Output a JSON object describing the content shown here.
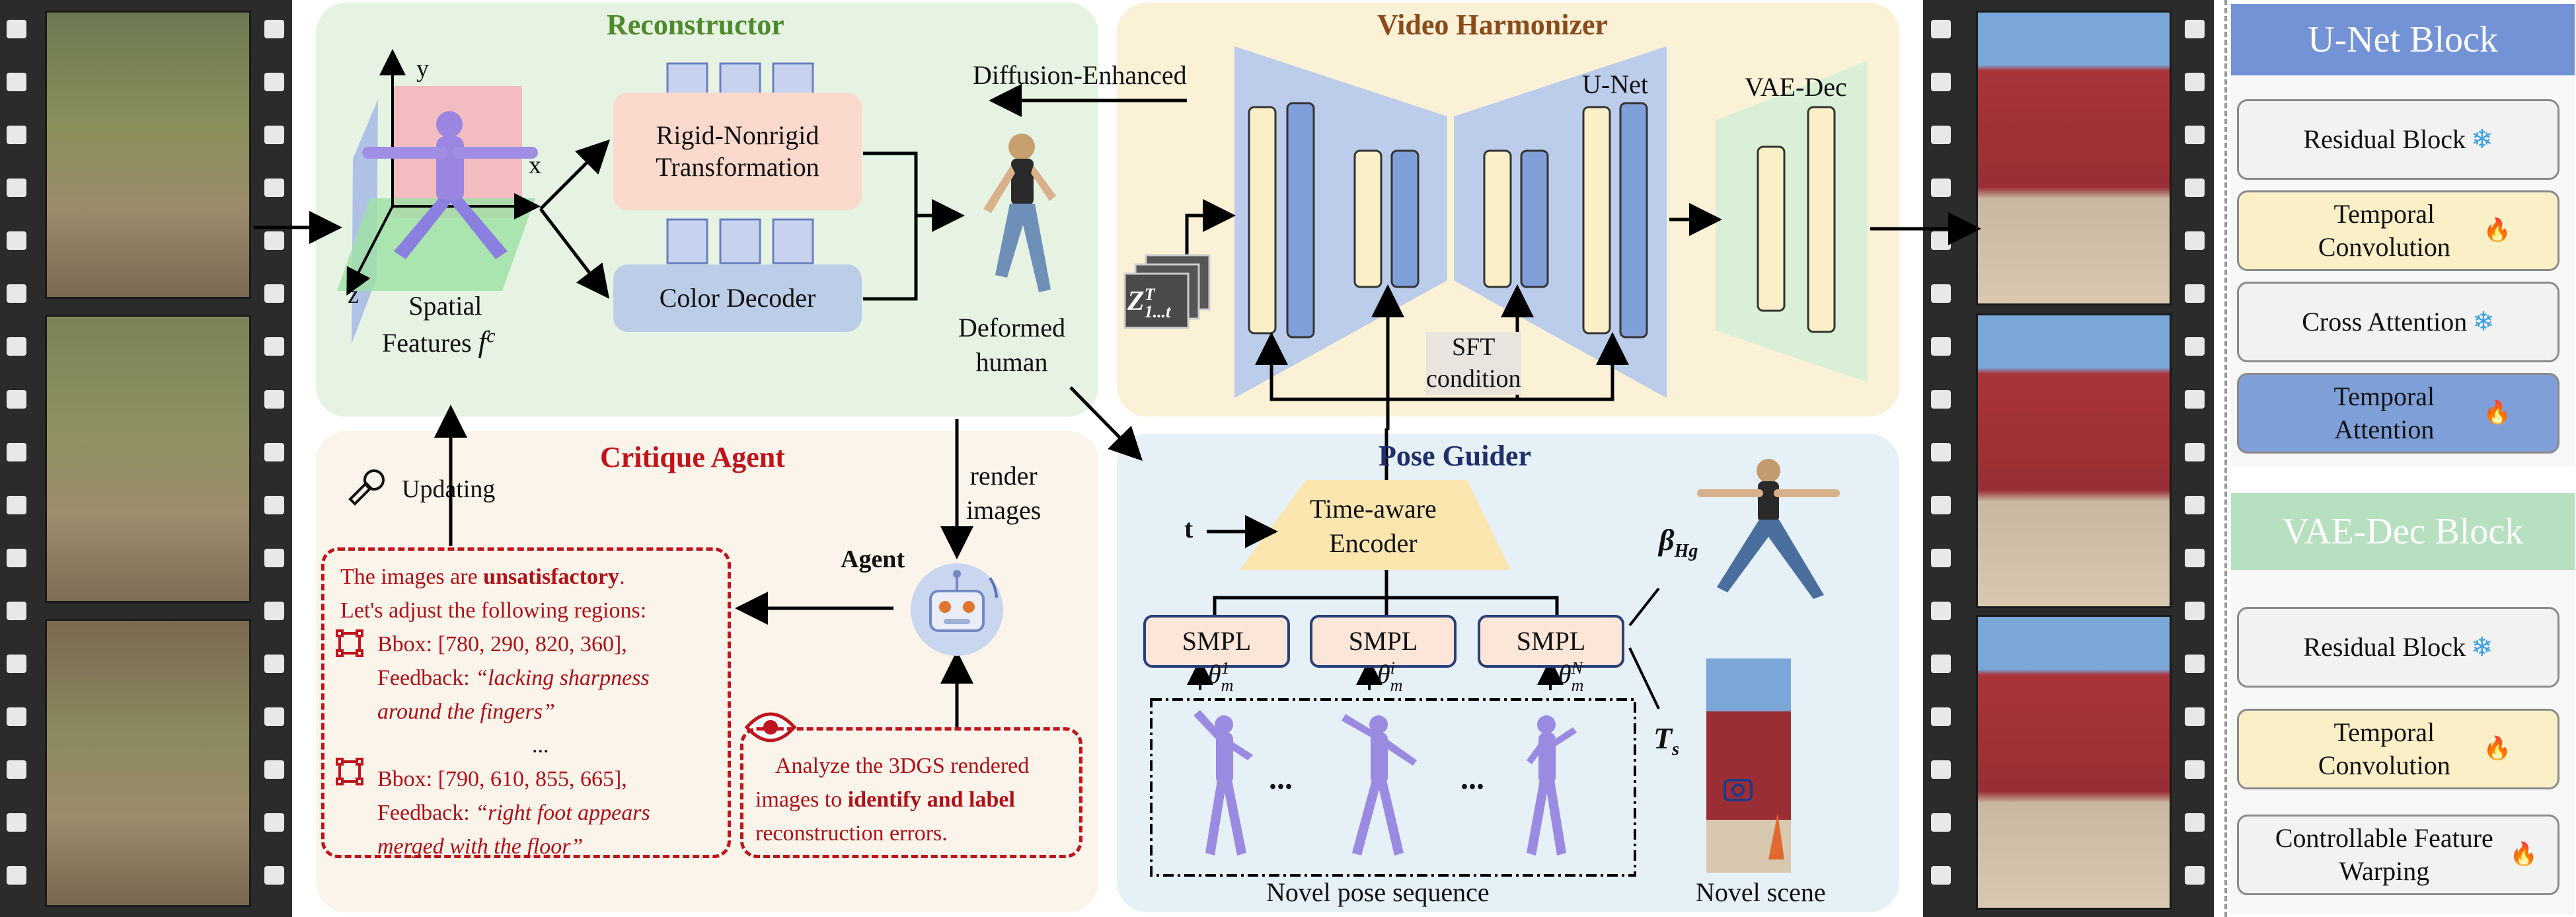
{
  "reconstructor": {
    "title": "Reconstructor",
    "axis_y": "y",
    "axis_x": "x",
    "axis_z": "z",
    "spatial_features": "Spatial",
    "spatial_features_2": "Features",
    "spatial_symbol": "f",
    "spatial_sup": "c",
    "rigid": "Rigid-Nonrigid Transformation",
    "color_decoder": "Color Decoder",
    "deformed": "Deformed",
    "deformed_2": "human",
    "diffusion_enhanced": "Diffusion-Enhanced"
  },
  "video_harmonizer": {
    "title": "Video Harmonizer",
    "unet": "U-Net",
    "vae_dec": "VAE-Dec",
    "latent": "Z",
    "latent_sup": "T",
    "latent_sub": "1...t",
    "sft": "SFT",
    "sft_2": "condition"
  },
  "critique_agent": {
    "title": "Critique Agent",
    "updating": "Updating",
    "agent": "Agent",
    "render": "render",
    "render_2": "images",
    "line1_a": "The images are ",
    "line1_b": "unsatisfactory",
    "line1_c": ".",
    "line2": "Let's adjust the following regions:",
    "bbox1": "Bbox: [780, 290, 820, 360],",
    "feedback_label": "Feedback: ",
    "feedback1_a": "“lacking sharpness",
    "feedback1_b": "around the fingers”",
    "ellipsis": "...",
    "bbox2": "Bbox: [790, 610, 855, 665],",
    "feedback2_a": "“right foot appears",
    "feedback2_b": "merged with the floor”",
    "analyze1": "Analyze the 3DGS rendered",
    "analyze2_a": "images to ",
    "analyze2_b": "identify and label",
    "analyze3": "reconstruction errors."
  },
  "pose_guider": {
    "title": "Pose Guider",
    "t": "t",
    "encoder": "Time-aware",
    "encoder_2": "Encoder",
    "smpl": "SMPL",
    "theta": "θ",
    "theta_sub": "m",
    "theta_sup": [
      "1",
      "i",
      "N"
    ],
    "beta": "β",
    "beta_sub": "Hg",
    "ts": "T",
    "ts_sub": "s",
    "dots": "...",
    "novel_pose": "Novel pose sequence",
    "novel_scene": "Novel scene"
  },
  "unet_block": {
    "title": "U-Net Block",
    "items": [
      "Residual Block",
      "Temporal Convolution",
      "Cross Attention",
      "Temporal Attention"
    ]
  },
  "vae_block": {
    "title": "VAE-Dec Block",
    "items": [
      "Residual Block",
      "Temporal Convolution",
      "Controllable Feature Warping"
    ]
  },
  "colors": {
    "reconstructor_bg": "#e6f3e3",
    "critique_bg": "#fbf4ea",
    "harmonizer_bg": "#fbf1d7",
    "pose_bg": "#e6f0f7",
    "rigid_box": "#fbd9cc",
    "color_box": "#bccde8",
    "unet_blue": "#bcccec",
    "bar_cream": "#fbefc7",
    "bar_blue": "#7f9fd9",
    "vae_green": "#d9efd6",
    "title_green": "#4f8a2c",
    "title_brown": "#8a4a1a",
    "title_red": "#c0141c",
    "title_navy": "#1f2f6c",
    "unet_header": "#7393d6",
    "vae_header": "#b6e0bf"
  }
}
